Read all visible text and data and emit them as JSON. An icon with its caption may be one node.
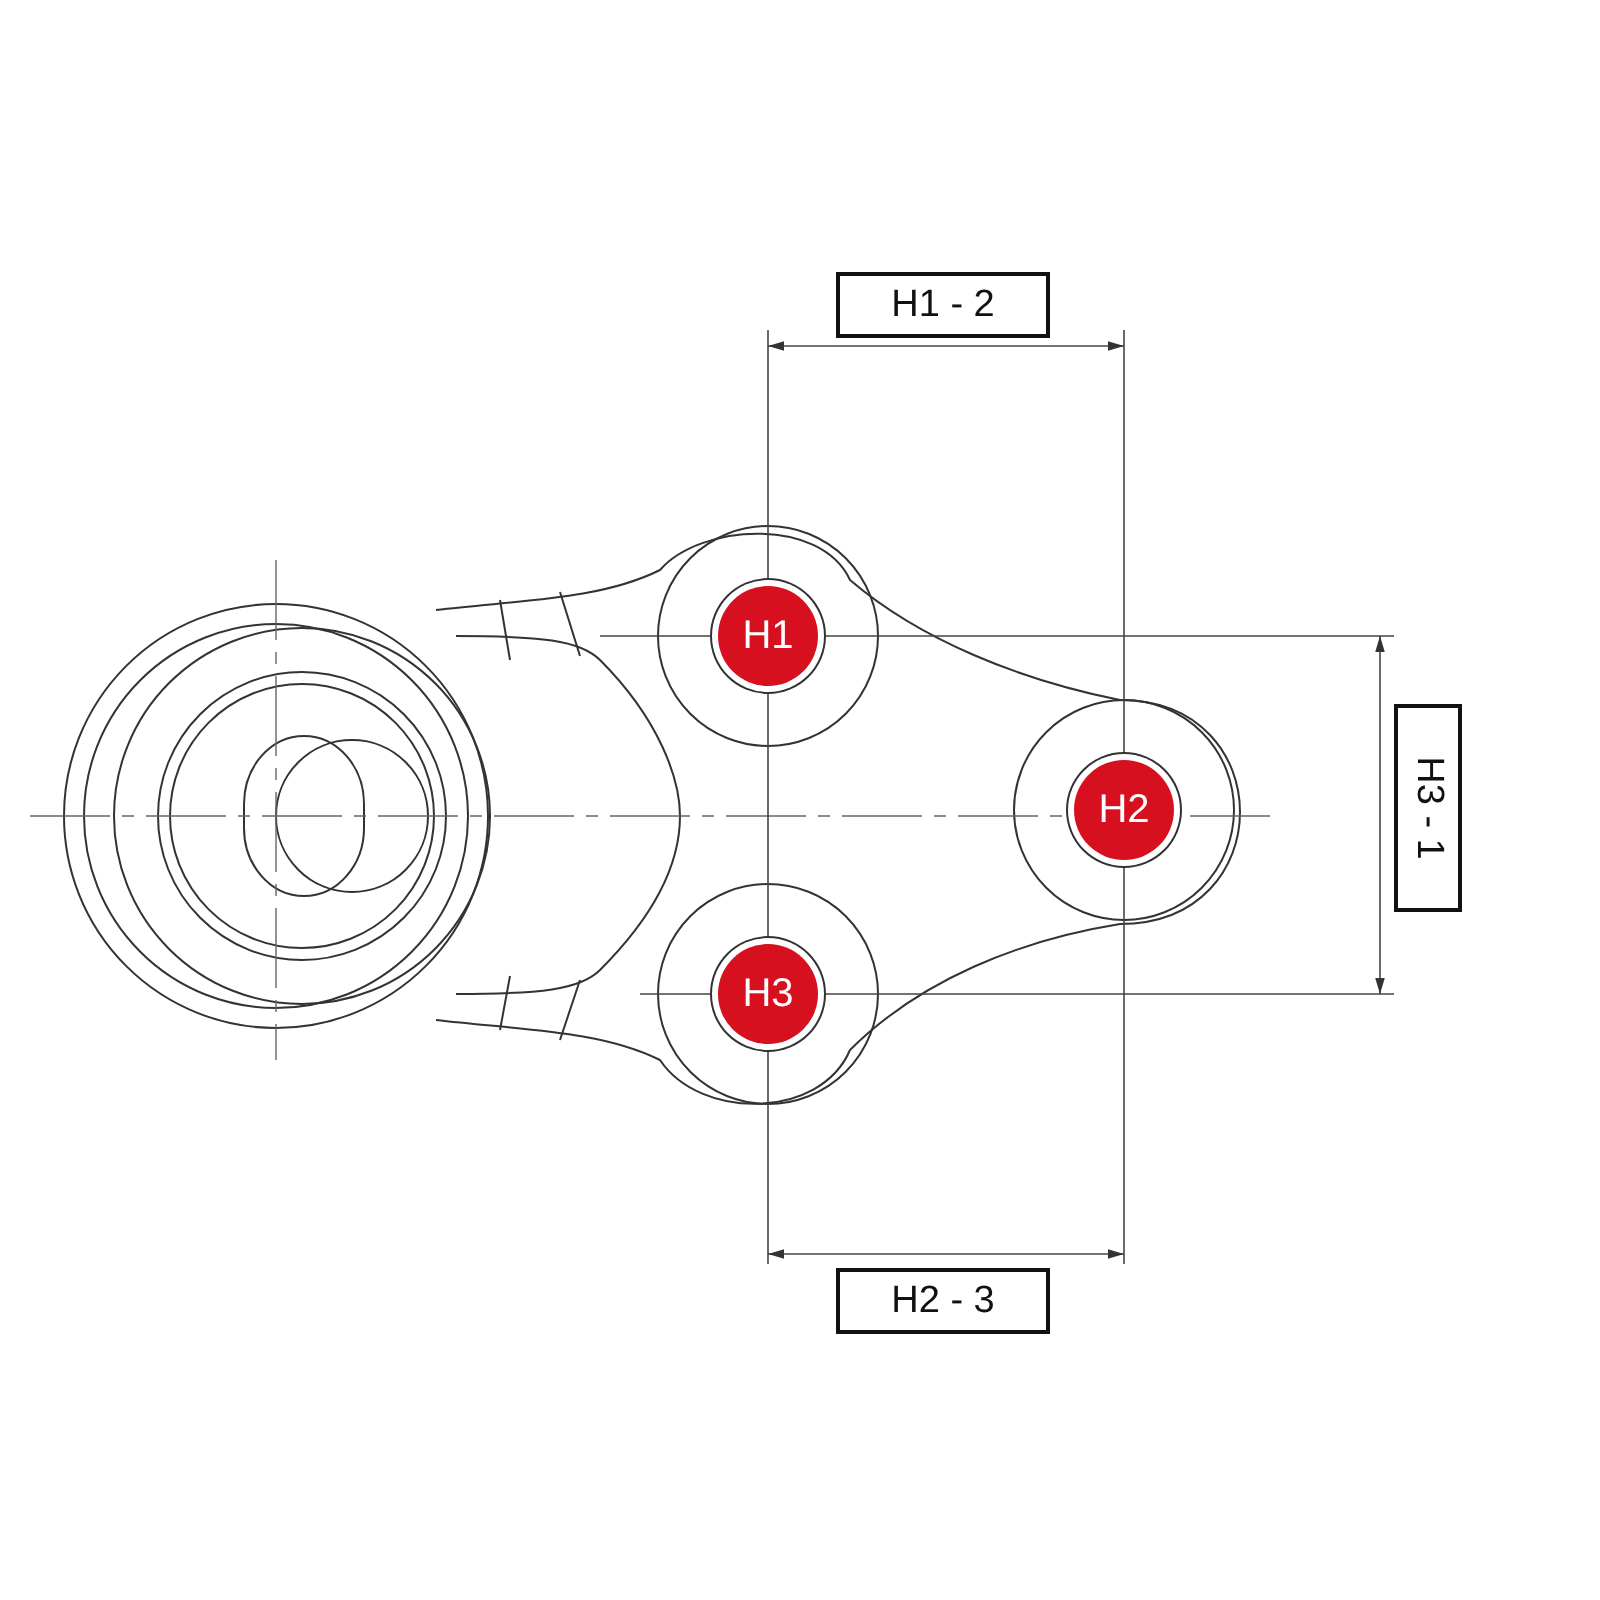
{
  "diagram": {
    "nodes": [
      {
        "text": [
          "H1 - 2"
        ]
      },
      {
        "text": [
          "H1"
        ]
      },
      {
        "text": [
          "H2"
        ]
      },
      {
        "text": [
          "H3 - 1"
        ]
      },
      {
        "text": [
          "H3"
        ]
      },
      {
        "text": [
          "H2 - 3"
        ]
      }
    ]
  }
}
